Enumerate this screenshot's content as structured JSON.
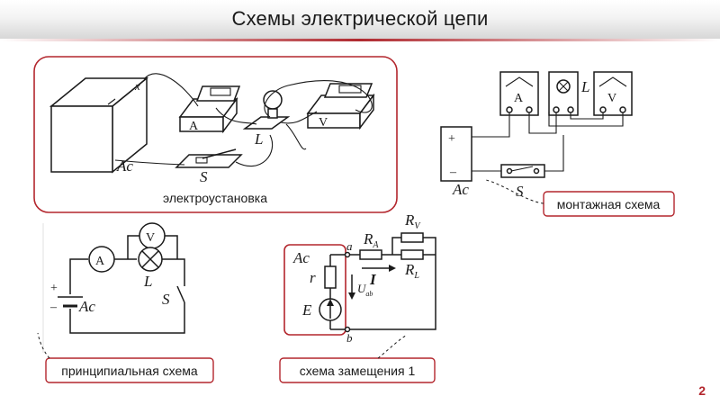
{
  "title": "Схемы электрической цепи",
  "page_number": "2",
  "colors": {
    "accent": "#b3262d",
    "ink": "#1a1a1a"
  },
  "panels": {
    "installation": {
      "caption": "электроустановка",
      "labels": {
        "source": "Ac",
        "lamp": "L",
        "switch": "S",
        "ammeter": "A",
        "voltmeter": "V"
      }
    },
    "wiring": {
      "caption": "монтажная схема",
      "labels": {
        "source": "Ac",
        "lamp": "L",
        "switch": "S",
        "ammeter": "A",
        "voltmeter": "V",
        "plus": "+",
        "minus": "–"
      }
    },
    "schematic": {
      "caption": "принципиальная схема",
      "labels": {
        "source": "Ac",
        "lamp": "L",
        "switch": "S",
        "ammeter": "A",
        "voltmeter": "V",
        "plus": "+",
        "minus": "–"
      }
    },
    "equivalent": {
      "caption": "схема замещения 1",
      "labels": {
        "source": "Ac",
        "r": "r",
        "emf": "E",
        "ra": "R",
        "ra_sub": "A",
        "rv": "R",
        "rv_sub": "V",
        "rl": "R",
        "rl_sub": "L",
        "current": "I",
        "voltage": "U",
        "voltage_sub": "ab",
        "node_a": "a",
        "node_b": "b"
      }
    }
  }
}
